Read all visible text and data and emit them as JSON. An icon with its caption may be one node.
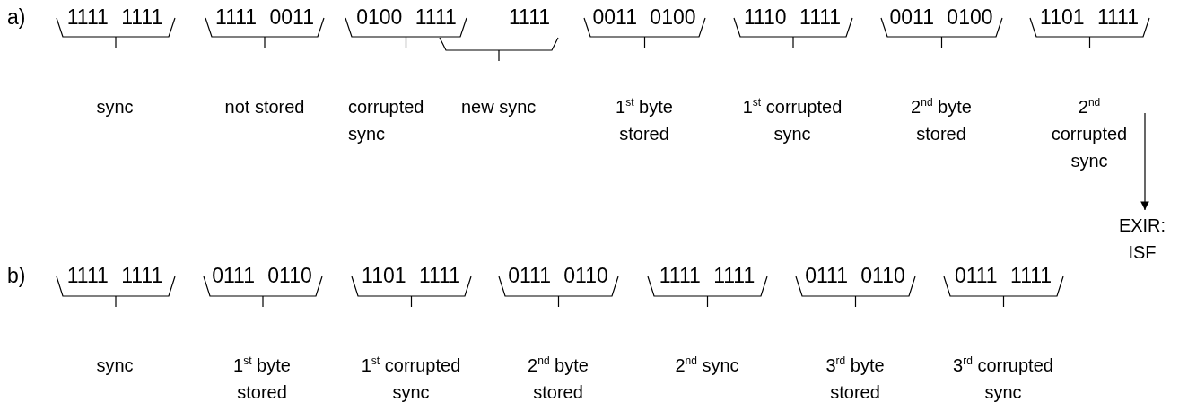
{
  "diagram": {
    "nodes": [
      {
        "text": [
          "2$^{nd}$ corrupted sync"
        ]
      },
      {
        "text": [
          "EXIR: ISF"
        ]
      }
    ],
    "edges": [
      {
        "from": 0,
        "to": 1,
        "arrow": "to"
      }
    ],
    "labels": [
      "a)",
      "1111 1111",
      "1111 0011",
      "0100 1111",
      "1111",
      "0011 0100",
      "1110 1111",
      "0011 0100",
      "1101 1111",
      "sync",
      "not stored",
      "corrupted sync",
      "new sync",
      "1$^{st}$ byte stored",
      "1$^{st}$ corrupted sync",
      "2$^{nd}$ byte stored",
      "b)",
      "1111 1111",
      "0111 0110",
      "1101 1111",
      "0111 0110",
      "1111 1111",
      "0111 0110",
      "0111 1111",
      "sync",
      "1$^{st}$ byte stored",
      "1$^{st}$ corrupted sync",
      "2$^{nd}$ byte stored",
      "2$^{nd}$ sync",
      "3$^{rd}$ byte stored",
      "3$^{rd}$ corrupted sync"
    ]
  }
}
